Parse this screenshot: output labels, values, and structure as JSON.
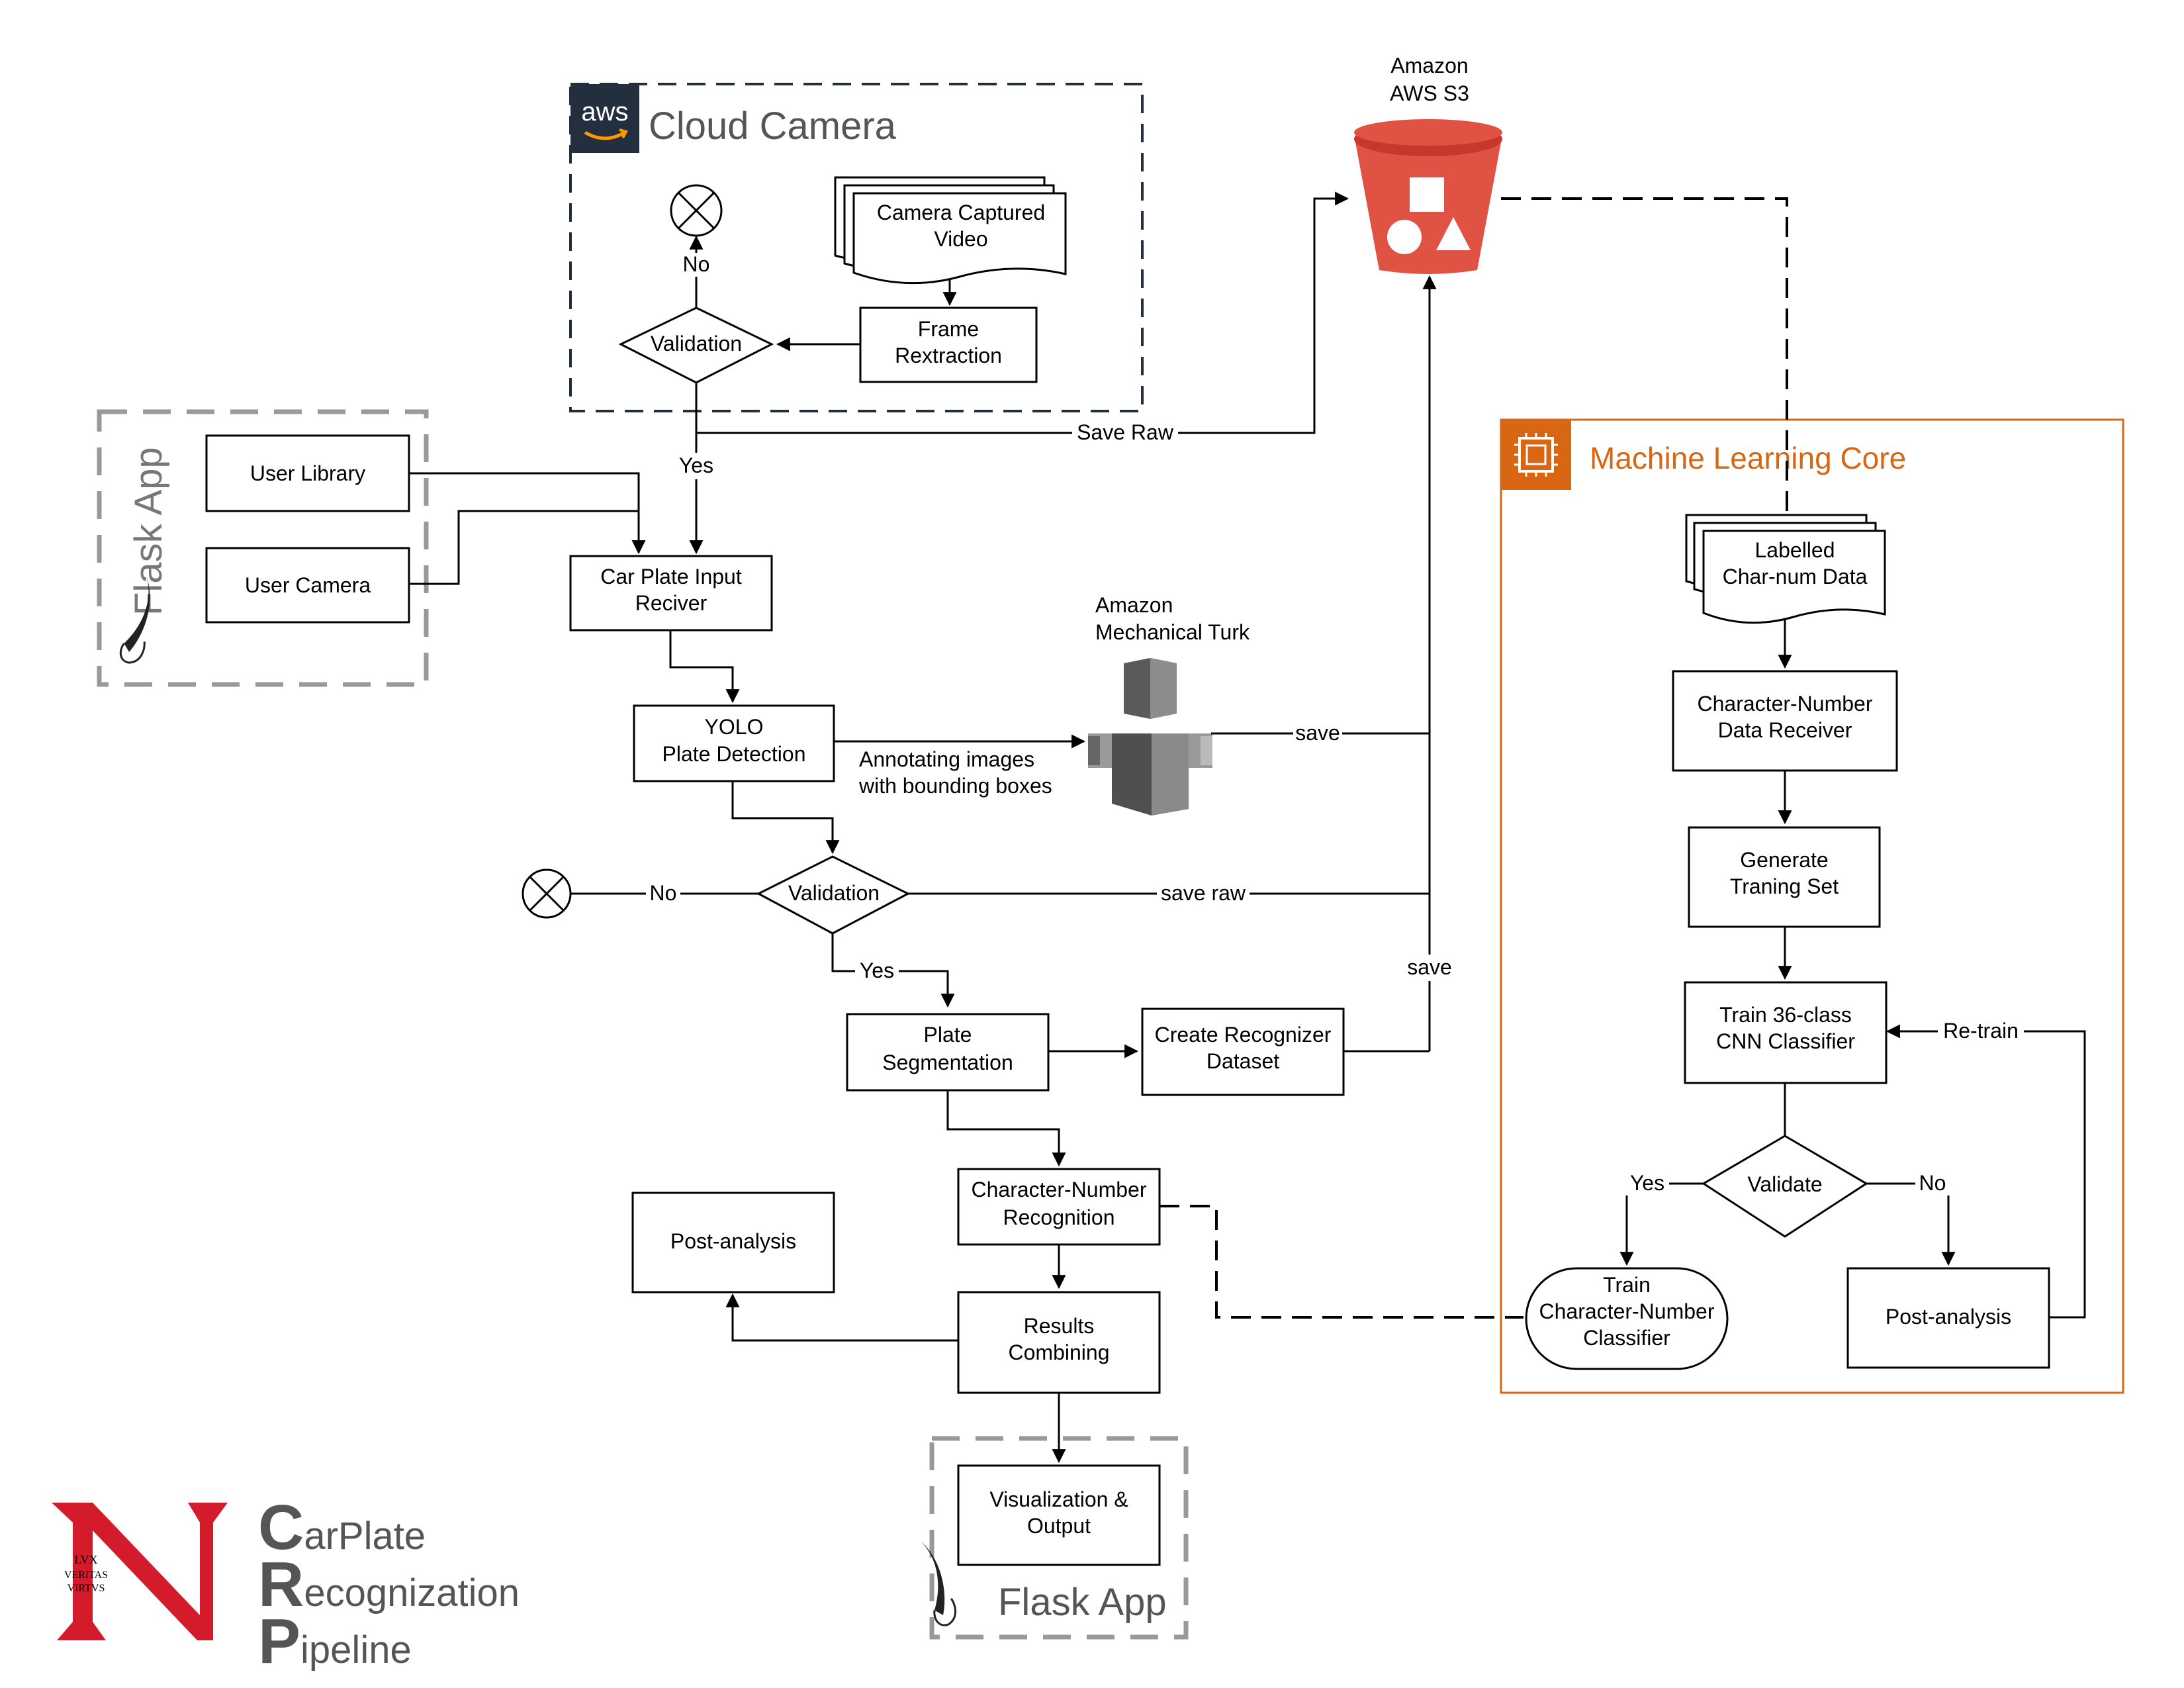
{
  "groups": {
    "cloud_camera": "Cloud Camera",
    "aws_badge": "aws",
    "flask_left": "Flask App",
    "flask_bottom": "Flask App",
    "ml_core": "Machine Learning Core",
    "s3_line1": "Amazon",
    "s3_line2": "AWS S3",
    "mturk_line1": "Amazon",
    "mturk_line2": "Mechanical Turk"
  },
  "nodes": {
    "camera_video": [
      "Camera Captured",
      "Video"
    ],
    "frame_extraction": [
      "Frame",
      "Rextraction"
    ],
    "validation_top": "Validation",
    "user_library": "User Library",
    "user_camera": "User Camera",
    "car_plate_input": [
      "Car Plate Input",
      "Reciver"
    ],
    "yolo": [
      "YOLO",
      "Plate Detection"
    ],
    "validation_mid": "Validation",
    "plate_segmentation": [
      "Plate",
      "Segmentation"
    ],
    "create_dataset": [
      "Create Recognizer",
      "Dataset"
    ],
    "char_recognition": [
      "Character-Number",
      "Recognition"
    ],
    "post_analysis_left": "Post-analysis",
    "results_combining": [
      "Results",
      "Combining"
    ],
    "visualization": [
      "Visualization &",
      "Output"
    ],
    "labelled_data": [
      "Labelled",
      "Char-num Data"
    ],
    "char_receiver": [
      "Character-Number",
      "Data Receiver"
    ],
    "generate_set": [
      "Generate",
      "Traning Set"
    ],
    "train_cnn": [
      "Train 36-class",
      "CNN Classifier"
    ],
    "validate": "Validate",
    "train_classifier": [
      "Train",
      "Character-Number",
      "Classifier"
    ],
    "post_analysis_right": "Post-analysis"
  },
  "edge_labels": {
    "no_top": "No",
    "yes_top": "Yes",
    "save_raw_top": "Save Raw",
    "annotating": [
      "Annotating images",
      "with bounding boxes"
    ],
    "save_mturk": "save",
    "no_mid": "No",
    "save_raw_mid": "save raw",
    "yes_mid": "Yes",
    "save_dataset": "save",
    "retrain": "Re-train",
    "yes_ml": "Yes",
    "no_ml": "No"
  },
  "logo": {
    "seal": [
      "LVX",
      "VERITAS",
      "VIRTVS"
    ],
    "acronym": [
      {
        "initial": "C",
        "rest": "arPlate"
      },
      {
        "initial": "R",
        "rest": "ecognization"
      },
      {
        "initial": "P",
        "rest": "ipeline"
      }
    ]
  },
  "icons": [
    "aws-logo-icon",
    "s3-bucket-icon",
    "mechanical-turk-icon",
    "flask-icon",
    "chip-icon",
    "terminator-x-icon"
  ],
  "colors": {
    "aws_orange": "#D86613",
    "s3_red": "#E05243",
    "neu_red": "#D41B2C",
    "gray_border": "#999999",
    "aws_dark": "#232F3E"
  }
}
